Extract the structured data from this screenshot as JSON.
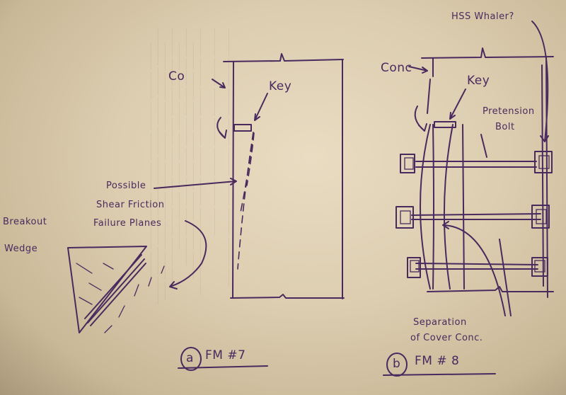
{
  "sketch_a": {
    "label_concrete": "Co",
    "label_key": "Key",
    "label_planes_1": "Possible",
    "label_planes_2": "Shear Friction",
    "label_planes_3": "Failure Planes",
    "label_wedge_1": "Breakout",
    "label_wedge_2": "Wedge",
    "circle_letter": "a",
    "figure_ref": "FM #7"
  },
  "sketch_b": {
    "label_whaler": "HSS Whaler?",
    "label_concrete": "Conc",
    "label_key": "Key",
    "label_bolt_1": "Pretension",
    "label_bolt_2": "Bolt",
    "label_separation_1": "Separation",
    "label_separation_2": "of Cover Conc.",
    "circle_letter": "b",
    "figure_ref": "FM # 8"
  },
  "colors": {
    "ink": "#4a2a5e",
    "paper": "#dccdb0"
  }
}
